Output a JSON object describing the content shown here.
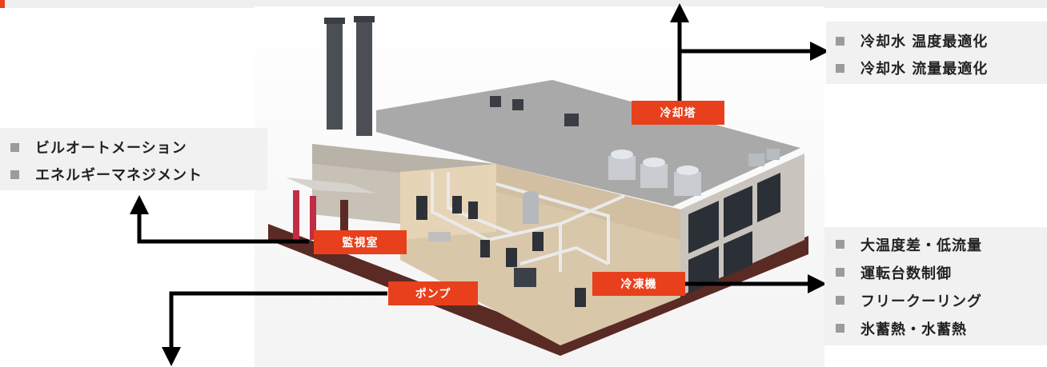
{
  "labels": {
    "cooling_tower": "冷却塔",
    "monitoring_room": "監視室",
    "pump": "ポンプ",
    "chiller": "冷凍機"
  },
  "panels": {
    "cooling_tower_items": [
      "冷却水 温度最適化",
      "冷却水 流量最適化"
    ],
    "monitoring_items": [
      "ビルオートメーション",
      "エネルギーマネジメント"
    ],
    "chiller_items": [
      "大温度差・低流量",
      "運転台数制御",
      "フリークーリング",
      "氷蓄熱・水蓄熱"
    ]
  },
  "colors": {
    "accent": "#e8401c",
    "panel_bg": "#f1f1f1",
    "arrow": "#000000"
  }
}
